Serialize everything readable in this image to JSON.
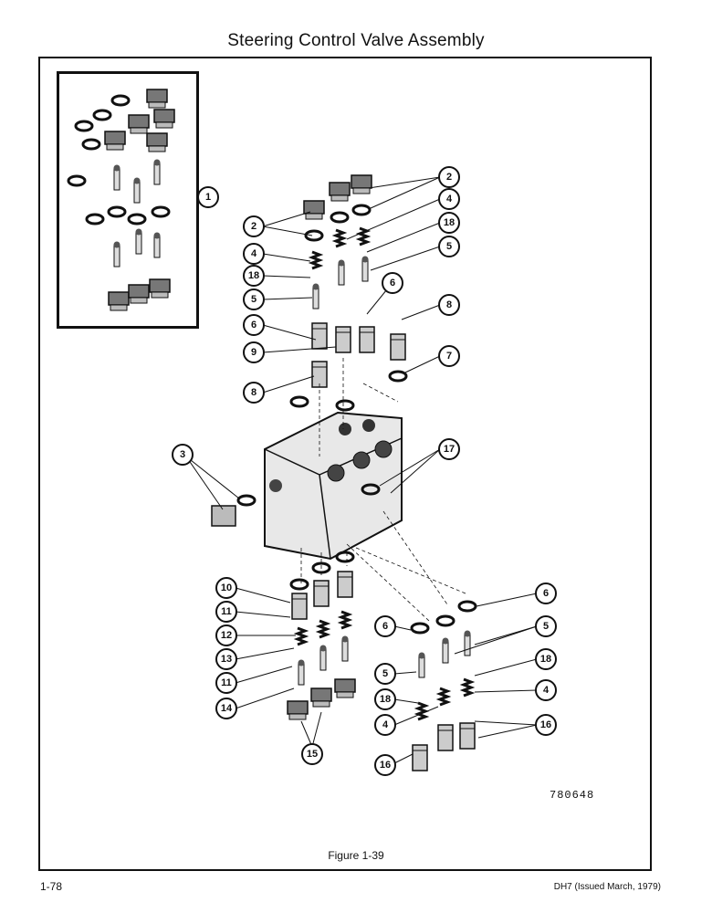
{
  "page": {
    "title": "Steering Control Valve Assembly",
    "drawing_id": "780648",
    "caption": "Figure 1-39",
    "page_number": "1-78",
    "doc_ref": "DH7 (Issued March, 1979)"
  },
  "callouts": [
    "1",
    "2",
    "2",
    "4",
    "18",
    "5",
    "4",
    "18",
    "5",
    "6",
    "8",
    "6",
    "9",
    "7",
    "8",
    "3",
    "17",
    "10",
    "11",
    "12",
    "13",
    "11",
    "14",
    "15",
    "6",
    "6",
    "5",
    "5",
    "18",
    "4",
    "18",
    "4",
    "16",
    "16"
  ]
}
